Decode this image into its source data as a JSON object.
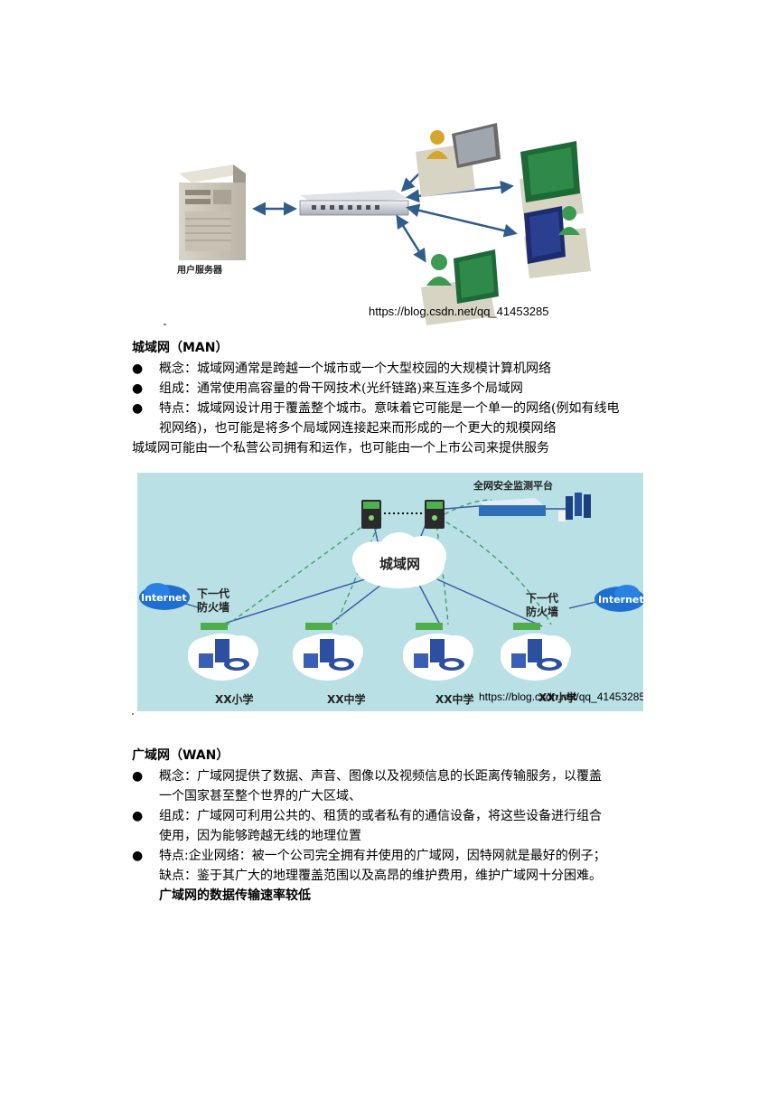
{
  "figure1": {
    "server_label": "用户服务器",
    "watermark": "https://blog.csdn.net/qq_41453285"
  },
  "man": {
    "heading": "城域网（MAN）",
    "bullets": [
      {
        "lines": [
          "概念：城域网通常是跨越一个城市或一个大型校园的大规模计算机网络"
        ]
      },
      {
        "lines": [
          "组成：通常使用高容量的骨干网技术(光纤链路)来互连多个局域网"
        ]
      },
      {
        "lines": [
          "特点：城域网设计用于覆盖整个城市。意味着它可能是一个单一的网络(例如有线电",
          "视网络)，也可能是将多个局域网连接起来而形成的一个更大的规模网络"
        ]
      }
    ],
    "note": "城域网可能由一个私营公司拥有和运作，也可能由一个上市公司来提供服务"
  },
  "figure2": {
    "platform_label": "全网安全监测平台",
    "cloud_label": "城域网",
    "internet_left": "Internet",
    "internet_right": "Internet",
    "firewall_left": [
      "下一代",
      "防火墙"
    ],
    "firewall_right": [
      "下一代",
      "防火墙"
    ],
    "schools": [
      "XX小学",
      "XX中学",
      "XX中学",
      "XX小学"
    ],
    "watermark": "https://blog.csdn.net/qq_41453285"
  },
  "wan": {
    "heading": "广域网（WAN）",
    "bullets": [
      {
        "lines": [
          "概念：广域网提供了数据、声音、图像以及视频信息的长距离传输服务，以覆盖",
          "一个国家甚至整个世界的广大区域、"
        ]
      },
      {
        "lines": [
          "组成：广域网可利用公共的、租赁的或者私有的通信设备，将这些设备进行组合",
          "使用，因为能够跨越无线的地理位置"
        ]
      },
      {
        "lines": [
          "特点:企业网络：被一个公司完全拥有并使用的广域网，因特网就是最好的例子；",
          "缺点：鉴于其广大的地理覆盖范围以及高昂的维护费用，维护广域网十分困难。"
        ]
      }
    ],
    "emphasis": "广域网的数据传输速率较低"
  }
}
